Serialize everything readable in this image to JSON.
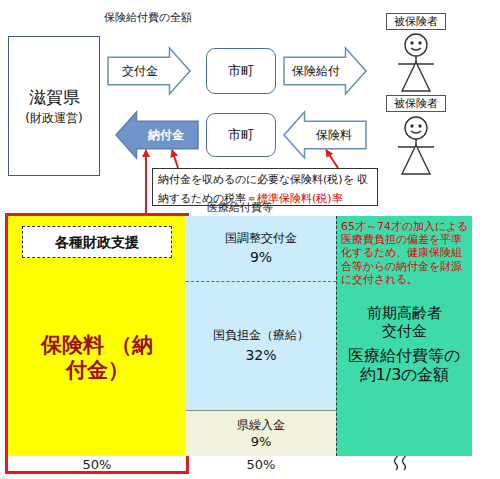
{
  "diagram": {
    "nodes": [
      {
        "text": [
          "滋賀県",
          "(財政運営)"
        ]
      },
      {
        "text": [
          "交付金"
        ]
      },
      {
        "text": [
          "市町"
        ]
      },
      {
        "text": [
          "保険給付"
        ]
      },
      {
        "text": [
          "被保険者"
        ]
      },
      {
        "text": [
          "納付金"
        ]
      },
      {
        "text": [
          "市町"
        ]
      },
      {
        "text": [
          "保険料"
        ]
      },
      {
        "text": [
          "被保険者"
        ]
      },
      {
        "text": [
          "納付金を収めるのに必要な保険料(税)を 収納するための税率＝",
          "標準保険料(税)率"
        ]
      },
      {
        "text": [
          "保険料 （納付金）"
        ]
      },
      {
        "text": [
          "各種財政支援"
        ],
        "in": 10
      },
      {
        "text": [
          "国調整交付金",
          "9%"
        ]
      },
      {
        "text": [
          "国負担金（療給）",
          "32%"
        ]
      },
      {
        "text": [
          "県繰入金",
          "9%"
        ]
      },
      {
        "text": [
          "65才～74才の加入による医療費負担の偏差を平準化するため、健康保険組合等からの納付金を財源に交付される。",
          "前期高齢者 交付金",
          "医療給付費等の 約1/3の金額"
        ]
      }
    ],
    "edges": [
      {
        "from": 9,
        "to": 5,
        "arrow": "to"
      },
      {
        "from": 9,
        "to": 7,
        "arrow": "to"
      },
      {
        "from": 10,
        "to": 5,
        "arrow": "to"
      }
    ],
    "labels": [
      "保険給付費の全額",
      "医療給付費等",
      "50%",
      "50%"
    ]
  }
}
